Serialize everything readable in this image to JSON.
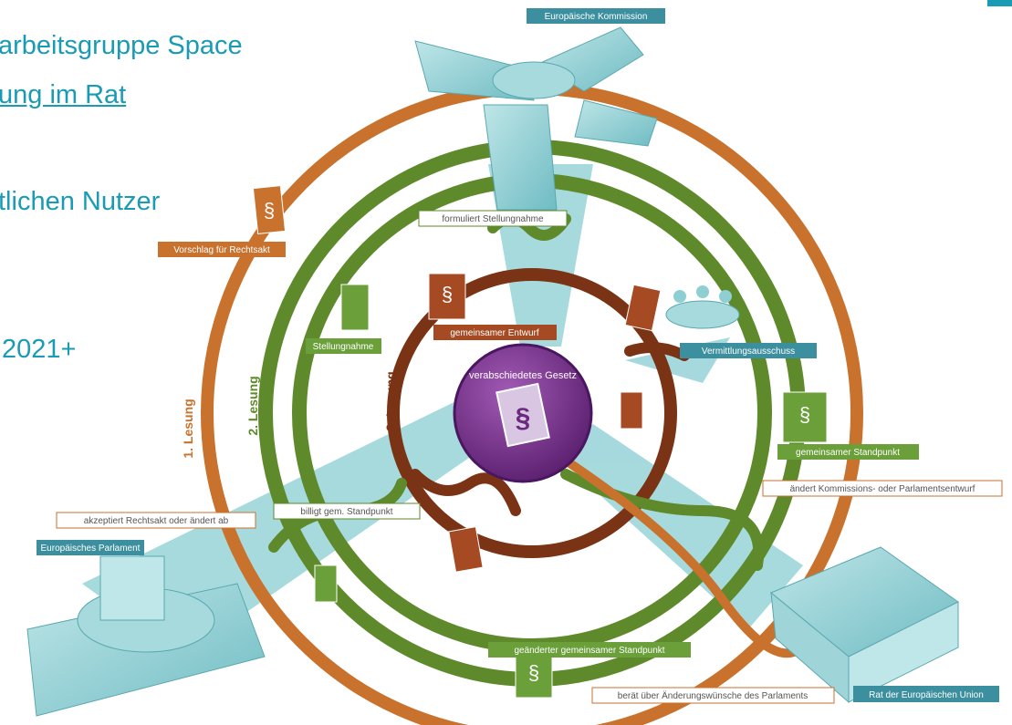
{
  "slide": {
    "line1": "arbeitsgruppe Space",
    "line2": "ung im Rat",
    "line3": "tlichen Nutzer",
    "line4": "2021+"
  },
  "diagram": {
    "institutions": {
      "commission": "Europäische Kommission",
      "parliament": "Europäisches Parlament",
      "council": "Rat der Europäischen Union",
      "conciliation": "Vermittlungsausschuss"
    },
    "readings": [
      "1. Lesung",
      "2. Lesung",
      "3. Lesung"
    ],
    "center": "verabschiedetes Gesetz",
    "steps": {
      "proposal": "Vorschlag für Rechtsakt",
      "opinion_commission": "formuliert Stellungnahme",
      "opinion": "Stellungnahme",
      "joint_draft": "gemeinsamer Entwurf",
      "common_position": "gemeinsamer Standpunkt",
      "amends": "ändert Kommissions- oder Parlamentsentwurf",
      "accepts": "akzeptiert Rechtsakt oder ändert ab",
      "approves": "billigt gem. Standpunkt",
      "amended_position": "geänderter gemeinsamer Standpunkt",
      "deliberates": "berät über Änderungswünsche des Parlaments"
    },
    "colors": {
      "ring_first": "#c8722e",
      "ring_second": "#5e8a2b",
      "ring_third": "#7a3315",
      "building": "#8ecfd4",
      "label_bg": "#3c8f9e",
      "center": "#6b2a80",
      "accent_text": "#1a9bb5"
    },
    "icons": [
      "paragraph-document-icon",
      "torn-document-icon",
      "meeting-table-icon",
      "building-icon"
    ]
  }
}
